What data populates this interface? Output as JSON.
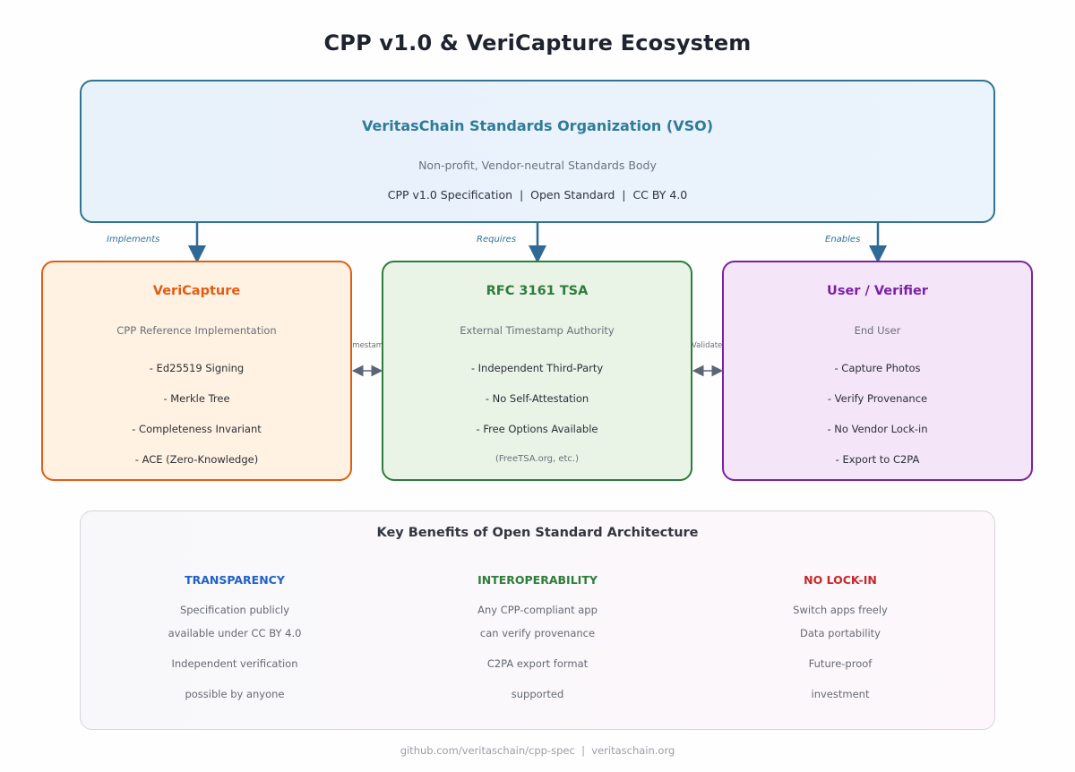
{
  "title": "CPP v1.0 & VeriCapture Ecosystem",
  "vso": {
    "title": "VeritasChain Standards Organization (VSO)",
    "subtitle": "Non-profit, Vendor-neutral Standards Body",
    "spec": "CPP v1.0 Specification  |  Open Standard  |  CC BY 4.0"
  },
  "arrows": {
    "implements": "Implements",
    "requires": "Requires",
    "enables": "Enables"
  },
  "connectors": {
    "timestamp": "Timestamp",
    "validate": "Validate"
  },
  "cards": {
    "vericapture": {
      "title": "VeriCapture",
      "subtitle": "CPP Reference Implementation",
      "items": [
        "- Ed25519 Signing",
        "- Merkle Tree",
        "- Completeness Invariant",
        "- ACE (Zero-Knowledge)"
      ]
    },
    "tsa": {
      "title": "RFC 3161 TSA",
      "subtitle": "External Timestamp Authority",
      "items": [
        "- Independent Third-Party",
        "- No Self-Attestation",
        "- Free Options Available"
      ],
      "note": "(FreeTSA.org, etc.)"
    },
    "user": {
      "title": "User / Verifier",
      "subtitle": "End User",
      "items": [
        "- Capture Photos",
        "- Verify Provenance",
        "- No Vendor Lock-in",
        "- Export to C2PA"
      ]
    }
  },
  "benefits": {
    "title": "Key Benefits of Open Standard Architecture",
    "columns": [
      {
        "heading": "TRANSPARENCY",
        "lines": [
          "Specification publicly",
          "available under CC BY 4.0",
          "Independent verification",
          "possible by anyone"
        ]
      },
      {
        "heading": "INTEROPERABILITY",
        "lines": [
          "Any CPP-compliant app",
          "can verify provenance",
          "C2PA export format",
          "supported"
        ]
      },
      {
        "heading": "NO LOCK-IN",
        "lines": [
          "Switch apps freely",
          "Data portability",
          "Future-proof",
          "investment"
        ]
      }
    ]
  },
  "footer": "github.com/veritaschain/cpp-spec  |  veritaschain.org",
  "colors": {
    "vso": "#2f7491",
    "vericapture": "#e05d16",
    "tsa": "#2e7d3a",
    "user": "#7b22a3",
    "transparency": "#1f63c4",
    "interoperability": "#2e7d3a",
    "no_lock_in": "#c62828"
  }
}
